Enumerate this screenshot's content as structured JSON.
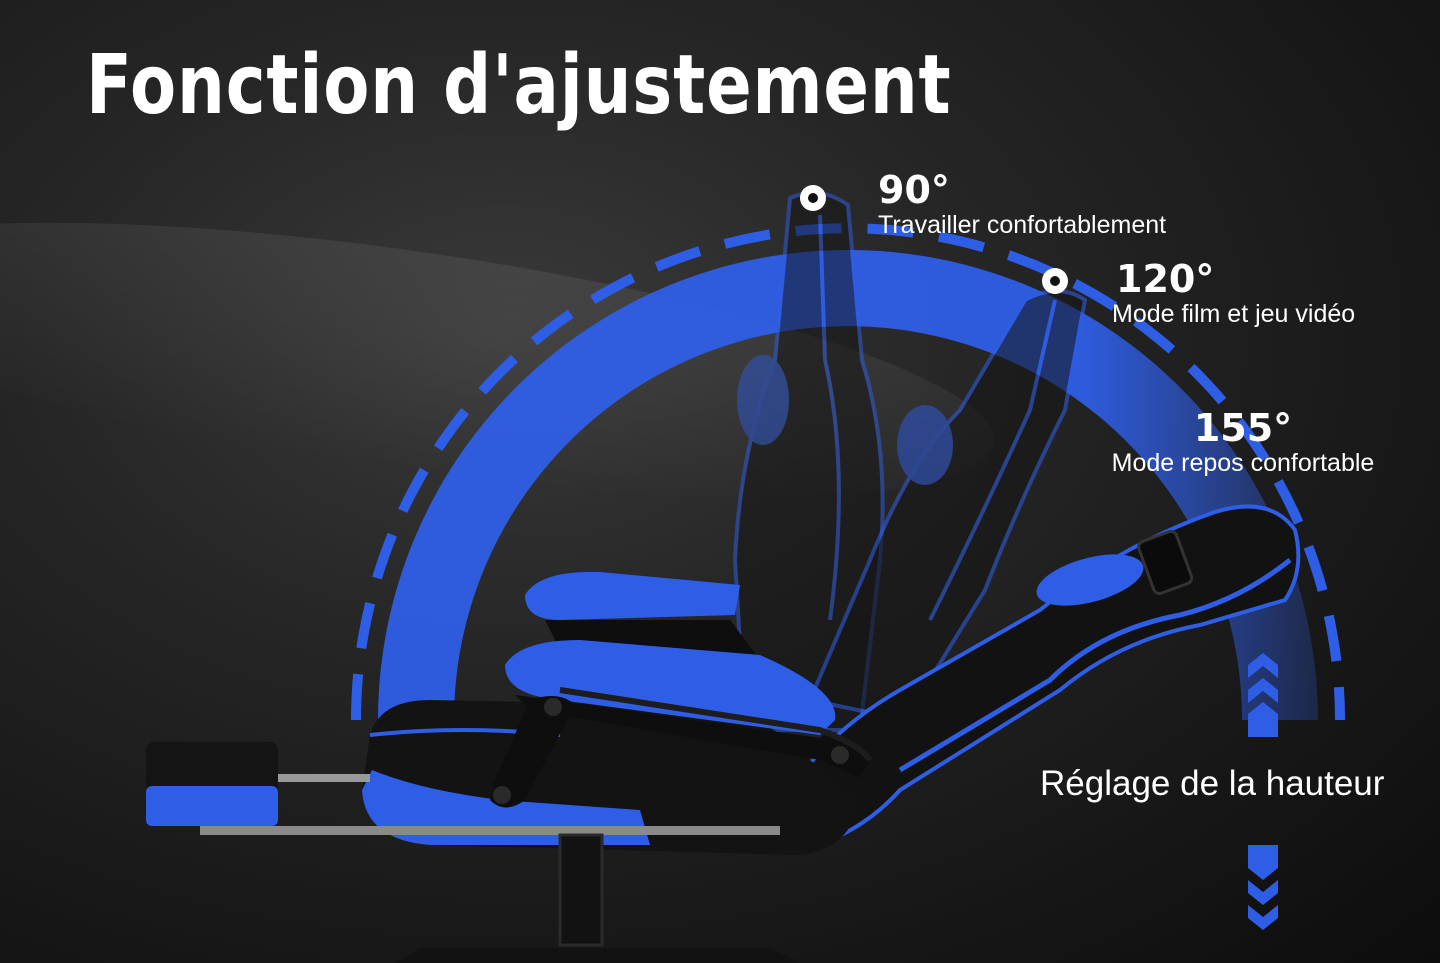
{
  "title": "Fonction d'ajustement",
  "angles": [
    {
      "value": "90°",
      "description": "Travailler confortablement"
    },
    {
      "value": "120°",
      "description": "Mode film et jeu vidéo"
    },
    {
      "value": "155°",
      "description": "Mode repos confortable"
    }
  ],
  "height_adjustment": "Réglage de la hauteur",
  "icons": [
    "angle-marker-icon",
    "arrow-up-icon",
    "arrow-down-icon"
  ],
  "colors": {
    "accent_blue": "#2f5ee6",
    "chair_black": "#121212",
    "text": "#ffffff",
    "background": "#222222"
  }
}
